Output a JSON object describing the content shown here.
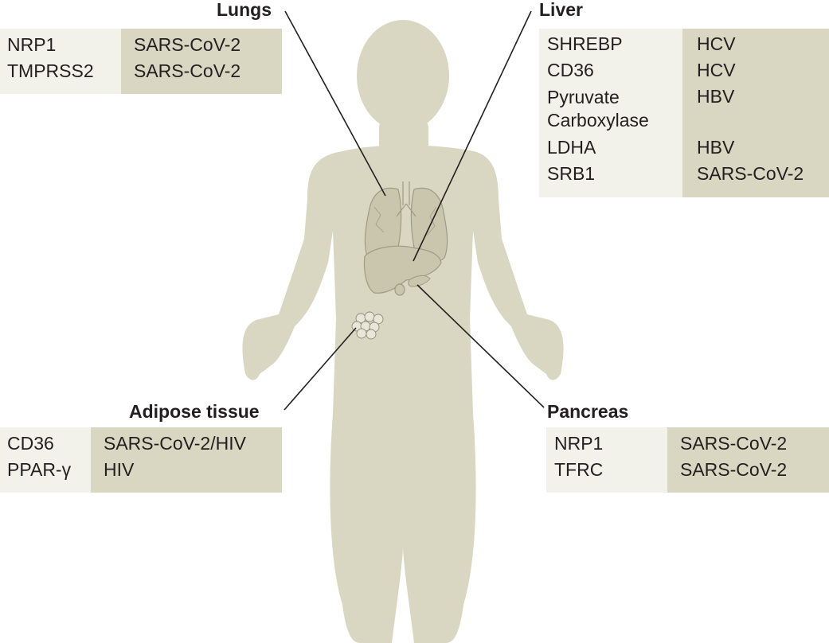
{
  "colors": {
    "body": "#d9d7c2",
    "organ": "#c9c6ad",
    "organ_line": "#9e9b84",
    "leader": "#231f20",
    "gene_cell": "#f3f2ea",
    "virus_cell": "#d9d7c2"
  },
  "icons": [
    "human-body-silhouette",
    "lungs-icon",
    "liver-icon",
    "pancreas-icon",
    "adipose-tissue-icon"
  ],
  "panels": {
    "lungs": {
      "title": "Lungs",
      "rows": [
        {
          "gene": "NRP1",
          "virus": "SARS-CoV-2"
        },
        {
          "gene": "TMPRSS2",
          "virus": "SARS-CoV-2"
        }
      ]
    },
    "liver": {
      "title": "Liver",
      "rows": [
        {
          "gene": "SHREBP",
          "virus": "HCV"
        },
        {
          "gene": "CD36",
          "virus": "HCV"
        },
        {
          "gene": "Pyruvate Carboxylase",
          "virus": "HBV"
        },
        {
          "gene": "LDHA",
          "virus": "HBV"
        },
        {
          "gene": "SRB1",
          "virus": "SARS-CoV-2"
        }
      ]
    },
    "adipose": {
      "title": "Adipose tissue",
      "rows": [
        {
          "gene": "CD36",
          "virus": "SARS-CoV-2/HIV"
        },
        {
          "gene": "PPAR-γ",
          "virus": "HIV"
        }
      ]
    },
    "pancreas": {
      "title": "Pancreas",
      "rows": [
        {
          "gene": "NRP1",
          "virus": "SARS-CoV-2"
        },
        {
          "gene": "TFRC",
          "virus": "SARS-CoV-2"
        }
      ]
    }
  }
}
